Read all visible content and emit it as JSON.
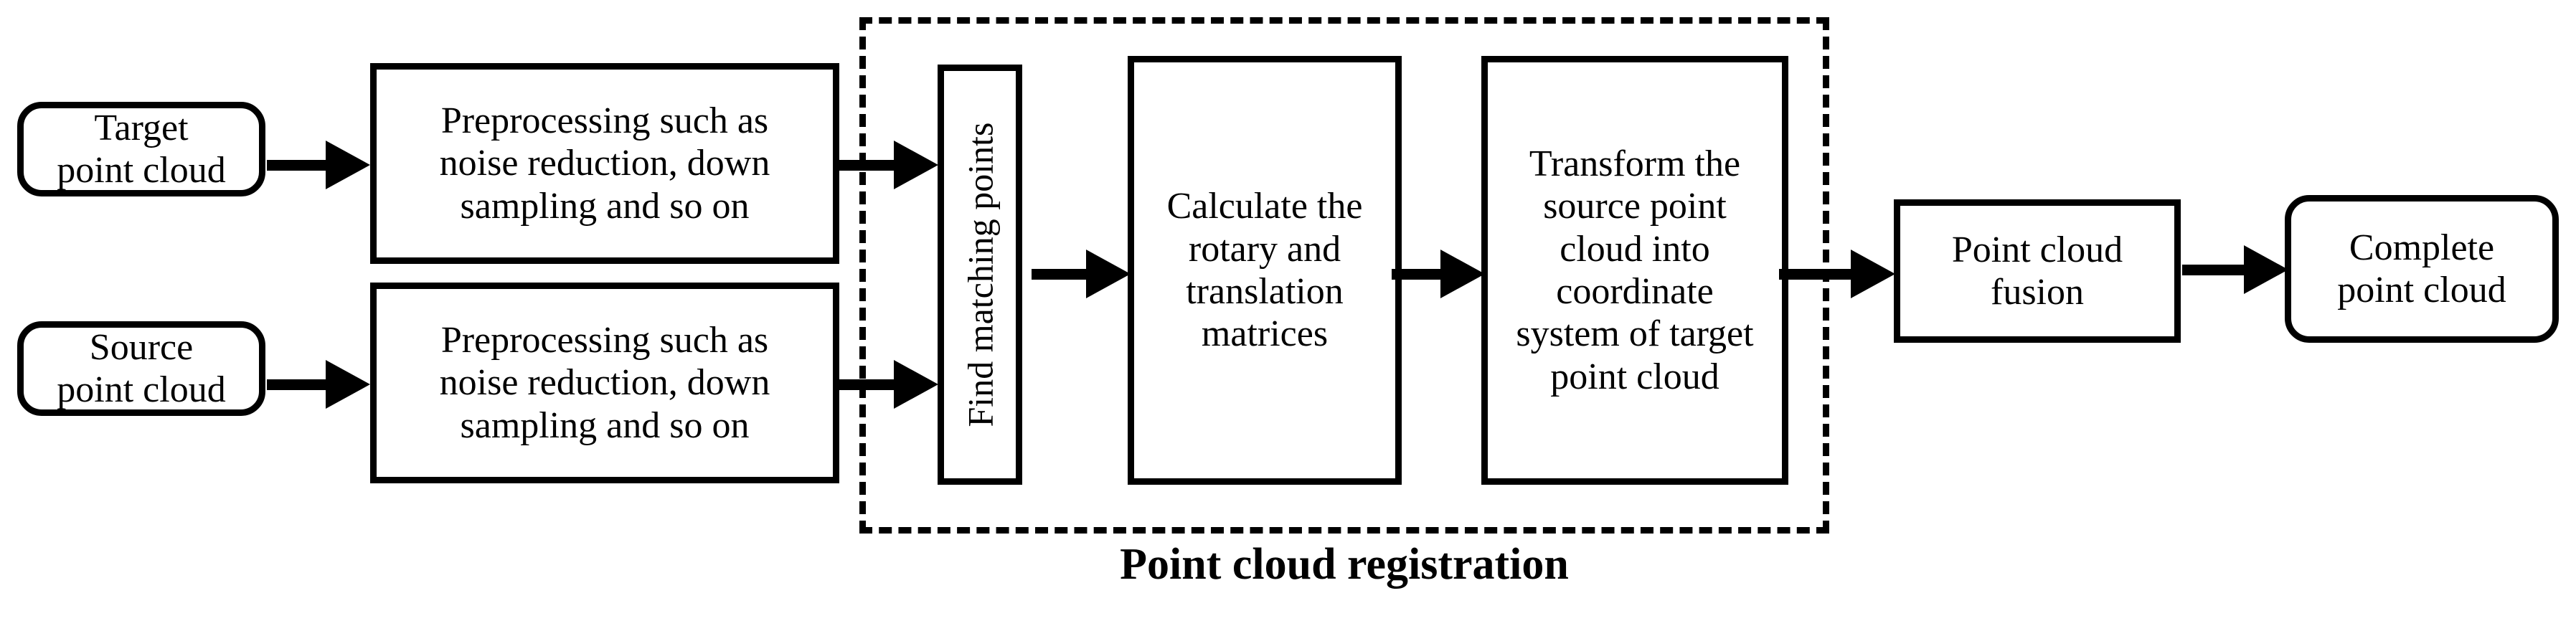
{
  "diagram": {
    "title": "Point cloud registration pipeline flowchart",
    "background_color": "#ffffff",
    "stroke_color": "#000000"
  },
  "nodes": {
    "target_point_cloud": {
      "label": "Target\npoint cloud",
      "shape": "rounded-rectangle"
    },
    "source_point_cloud": {
      "label": "Source\npoint cloud",
      "shape": "rounded-rectangle"
    },
    "preprocess_target": {
      "label": "Preprocessing such as\nnoise reduction, down\nsampling and so on",
      "shape": "rectangle"
    },
    "preprocess_source": {
      "label": "Preprocessing such as\nnoise reduction, down\nsampling and so on",
      "shape": "rectangle"
    },
    "find_matching_points": {
      "label": "Find matching points",
      "shape": "rectangle",
      "orientation": "vertical"
    },
    "calculate_matrices": {
      "label": "Calculate the\nrotary and\ntranslation\nmatrices",
      "shape": "rectangle"
    },
    "transform_source": {
      "label": "Transform the\nsource point\ncloud into\ncoordinate\nsystem of target\npoint cloud",
      "shape": "rectangle"
    },
    "point_cloud_fusion": {
      "label": "Point cloud\nfusion",
      "shape": "rectangle"
    },
    "complete_point_cloud": {
      "label": "Complete\npoint cloud",
      "shape": "rounded-rectangle"
    }
  },
  "group": {
    "caption": "Point cloud registration",
    "border_style": "dashed"
  },
  "arrows": [
    {
      "name": "target-to-preprocess",
      "from": "target_point_cloud",
      "to": "preprocess_target"
    },
    {
      "name": "source-to-preprocess",
      "from": "source_point_cloud",
      "to": "preprocess_source"
    },
    {
      "name": "preprocess-target-to-find",
      "from": "preprocess_target",
      "to": "find_matching_points"
    },
    {
      "name": "preprocess-source-to-find",
      "from": "preprocess_source",
      "to": "find_matching_points"
    },
    {
      "name": "find-to-calculate",
      "from": "find_matching_points",
      "to": "calculate_matrices"
    },
    {
      "name": "calculate-to-transform",
      "from": "calculate_matrices",
      "to": "transform_source"
    },
    {
      "name": "transform-to-fusion",
      "from": "transform_source",
      "to": "point_cloud_fusion"
    },
    {
      "name": "fusion-to-complete",
      "from": "point_cloud_fusion",
      "to": "complete_point_cloud"
    }
  ]
}
